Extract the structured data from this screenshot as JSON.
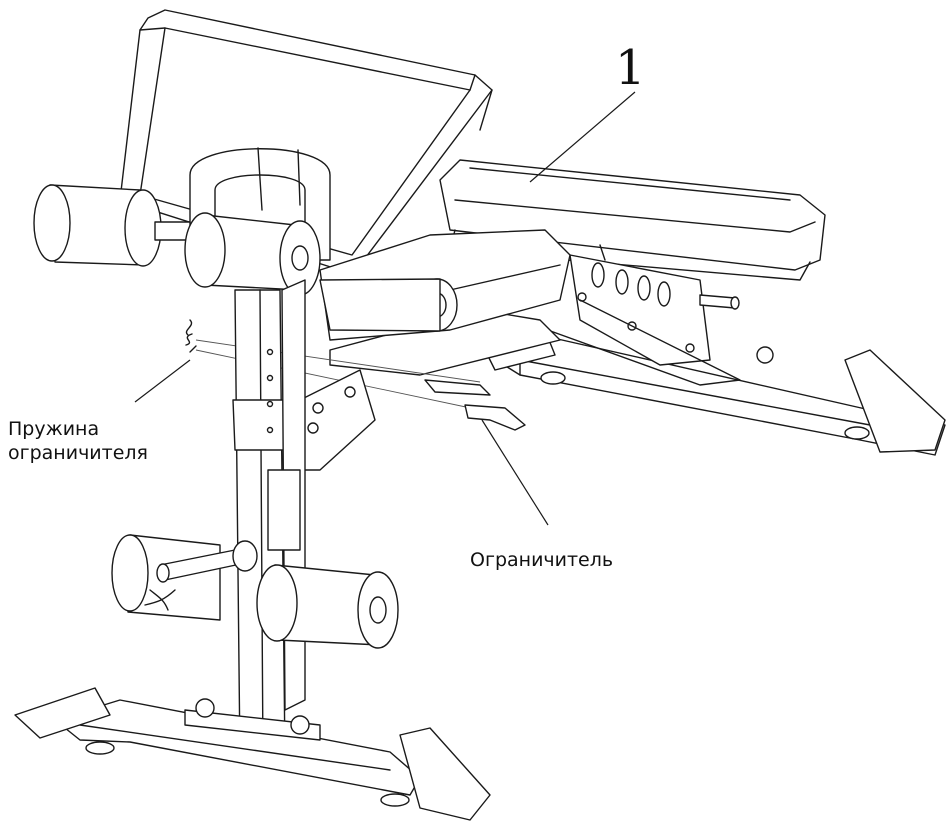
{
  "callouts": {
    "part_number": "1",
    "spring_label": "Пружина\nограничителя",
    "stopper_label": "Ограничитель"
  }
}
